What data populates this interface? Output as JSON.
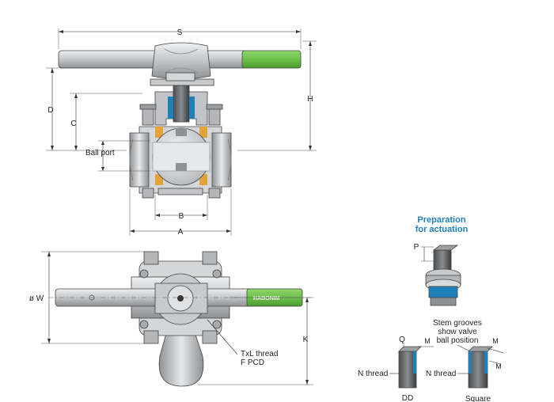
{
  "dimensions": {
    "S": "S",
    "H": "H",
    "D": "D",
    "C": "C",
    "B": "B",
    "A": "A",
    "W": "ø W",
    "K": "K",
    "P": "P",
    "Q": "Q",
    "M": "M"
  },
  "callouts": {
    "ball_port": "Ball port",
    "txl_thread_1": "TxL thread",
    "txl_thread_2": "F PCD",
    "n_thread": "N thread",
    "stem_grooves_1": "Stem grooves",
    "stem_grooves_2": "show valve",
    "stem_grooves_3": "ball position",
    "dd": "DD",
    "square": "Square"
  },
  "preparation": {
    "title_1": "Preparation",
    "title_2": "for actuation"
  },
  "brand": {
    "name": "HABONIM"
  },
  "colors": {
    "handle_green": "#6cc04a",
    "steel_light": "#d9dadc",
    "steel_mid": "#b9bbbe",
    "steel_dark": "#8e9194",
    "seat_orange": "#e3a23a",
    "seal_blue": "#1f7fb8",
    "title_blue": "#1f7fb8"
  }
}
